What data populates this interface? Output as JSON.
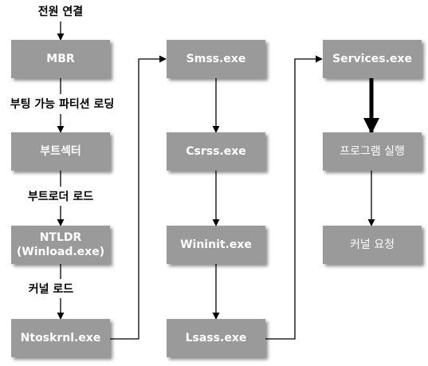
{
  "column1": {
    "start_label": "전원 연결",
    "boxes": [
      "MBR",
      "부트섹터",
      "NTLDR",
      "(Winload.exe)",
      "Ntoskrnl.exe"
    ],
    "edge_labels": [
      "부팅 가능 파티션 로딩",
      "부트로더 로드",
      "커널 로드"
    ]
  },
  "column2": {
    "boxes": [
      "Smss.exe",
      "Csrss.exe",
      "Wininit.exe",
      "Lsass.exe"
    ]
  },
  "column3": {
    "boxes": [
      "Services.exe",
      "프로그램 실행",
      "커널 요청"
    ]
  },
  "colors": {
    "box_fill": "#9a9a9a",
    "box_text": "#ffffff",
    "line": "#000000"
  }
}
